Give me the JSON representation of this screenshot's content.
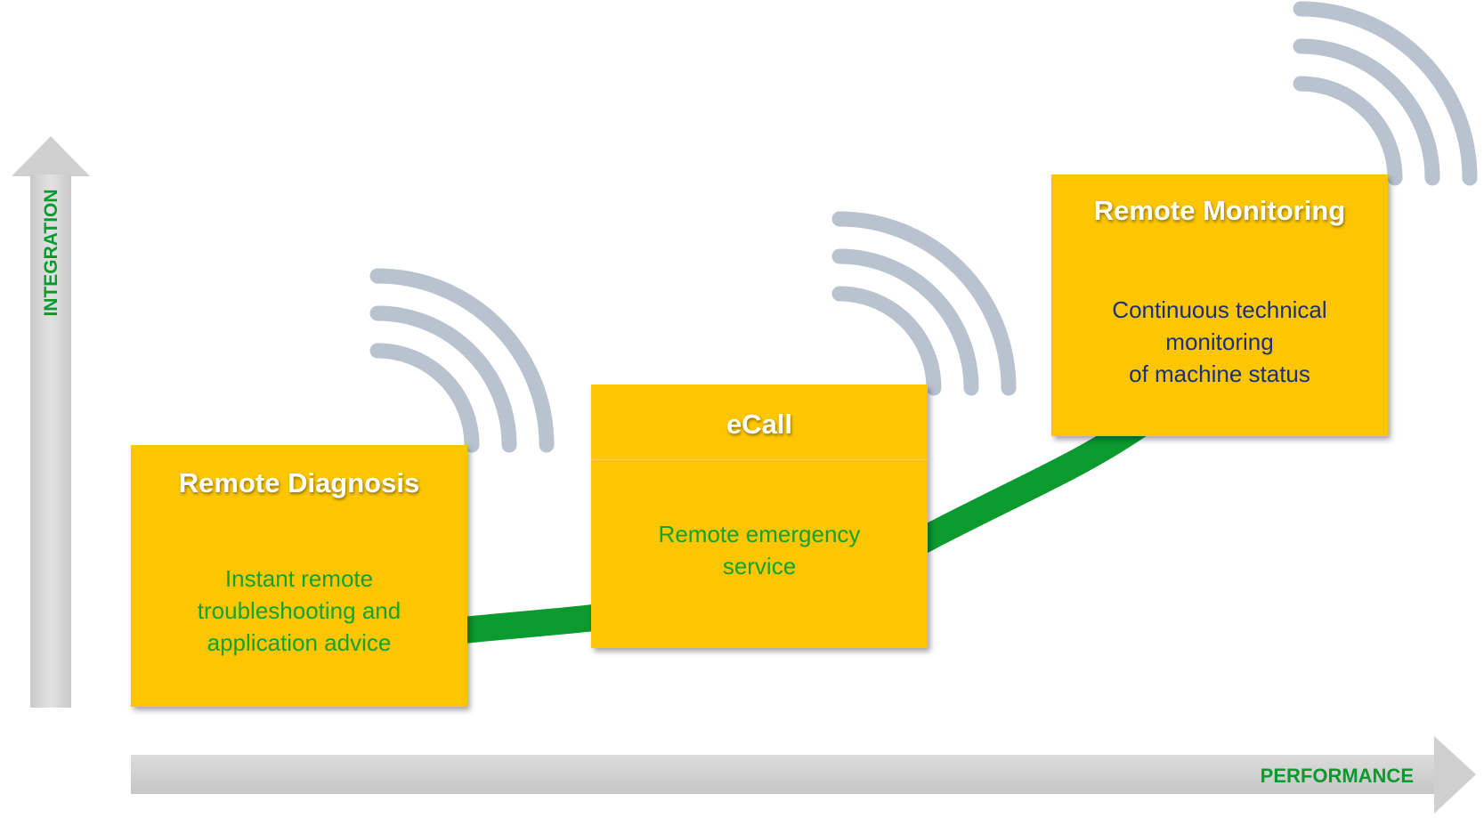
{
  "axes": {
    "vertical_label": "INTEGRATION",
    "horizontal_label": "PERFORMANCE"
  },
  "stages": [
    {
      "title": "Remote Diagnosis",
      "description": "Instant remote troubleshooting and application advice",
      "description_lines": [
        "Instant remote",
        "troubleshooting and",
        "application advice"
      ],
      "icon": "wireless-signal-icon"
    },
    {
      "title": "eCall",
      "description": "Remote emergency service",
      "description_lines": [
        "Remote emergency",
        "service"
      ],
      "icon": "wireless-signal-icon"
    },
    {
      "title": "Remote Monitoring",
      "description": "Continuous technical monitoring of machine status",
      "description_lines": [
        "Continuous technical",
        "monitoring",
        "of machine status"
      ],
      "icon": "wireless-signal-icon"
    }
  ],
  "colors": {
    "box_fill": "#fdc600",
    "curve": "#0a9a2e",
    "label_green": "#0a9a2e",
    "desc_green": "#12a22f",
    "desc_blue": "#1b2f7a",
    "arrow_gray": "#d4d4d4",
    "signal_gray": "#b9c3cf"
  }
}
